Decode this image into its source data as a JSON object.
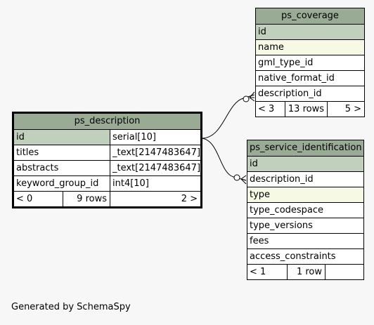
{
  "tables": {
    "ps_coverage": {
      "name": "ps_coverage",
      "columns": [
        "id",
        "name",
        "gml_type_id",
        "native_format_id",
        "description_id"
      ],
      "footer": {
        "parents": "< 3",
        "rows": "13 rows",
        "children": "5 >"
      }
    },
    "ps_description": {
      "name": "ps_description",
      "columns": [
        {
          "name": "id",
          "type": "serial[10]"
        },
        {
          "name": "titles",
          "type": "_text[2147483647]"
        },
        {
          "name": "abstracts",
          "type": "_text[2147483647]"
        },
        {
          "name": "keyword_group_id",
          "type": "int4[10]"
        }
      ],
      "footer": {
        "parents": "< 0",
        "rows": "9 rows",
        "children": "2 >"
      }
    },
    "ps_service_identification": {
      "name": "ps_service_identification",
      "columns": [
        "id",
        "description_id",
        "type",
        "type_codespace",
        "type_versions",
        "fees",
        "access_constraints"
      ],
      "footer": {
        "parents": "< 1",
        "rows": "1 row",
        "children": ""
      }
    }
  },
  "footer_text": "Generated by SchemaSpy"
}
